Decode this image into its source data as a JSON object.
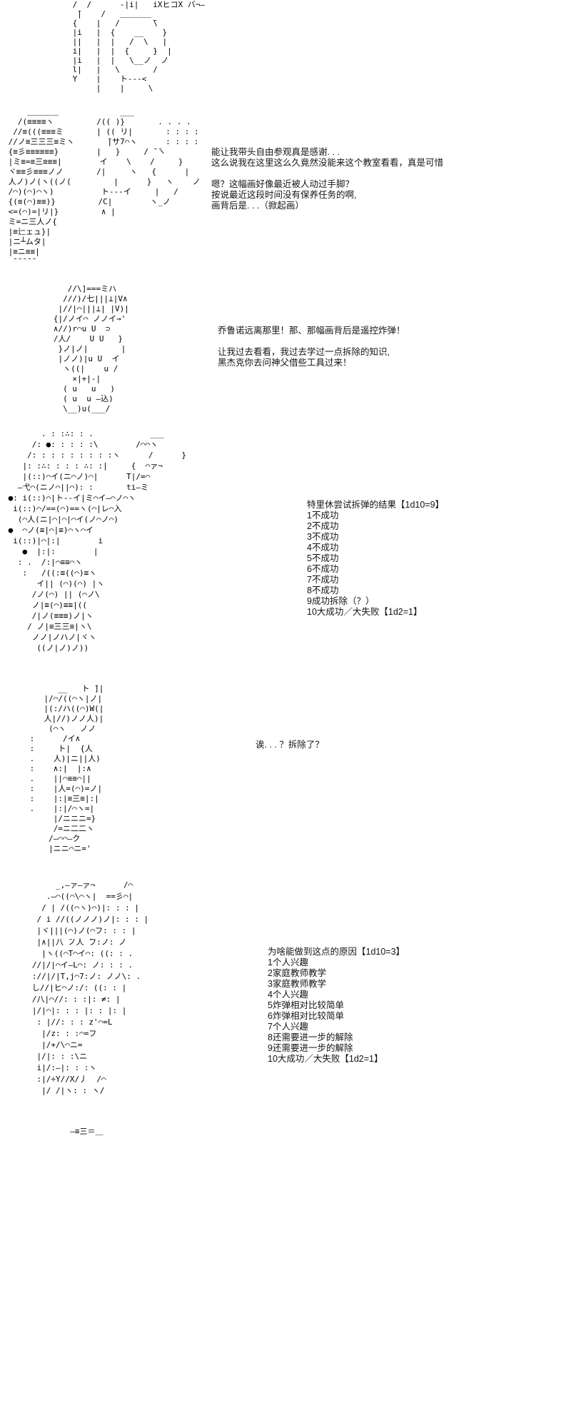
{
  "meta": {
    "background_color": "#ffffff",
    "ink_color": "#000000",
    "page_kind": "ascii-art-story-page"
  },
  "dialogues": {
    "d1": {
      "lines": [
        "能让我带头自由参观真是感谢. . .",
        "这么说我在这里这么久竟然没能来这个教室看看，真是可惜",
        "",
        "嗯？这幅画好像最近被人动过手脚？",
        "按说最近这段时间没有保养任务的啊,",
        "画背后是. . .（掀起画）"
      ]
    },
    "d2": {
      "lines": [
        "乔鲁诺远离那里！那、那幅画背后是遥控炸弹！",
        "",
        "让我过去看看，我过去学过一点拆除的知识,",
        "黑杰克你去问神父借些工具过来！"
      ]
    },
    "d3": {
      "lines": [
        "特里休尝试拆弹的结果【1d10=9】",
        "1不成功",
        "2不成功",
        "3不成功",
        "4不成功",
        "5不成功",
        "6不成功",
        "7不成功",
        "8不成功",
        "9成功拆除（？）",
        "10大成功／大失败【1d2=1】"
      ]
    },
    "d4": {
      "lines": [
        "诶. . . ？拆除了？"
      ]
    },
    "d5": {
      "lines": [
        "为啥能做到这点的原因【1d10=3】",
        "1个人兴趣",
        "2家庭教师教学",
        "3家庭教师教学",
        "4个人兴趣",
        "5炸弹相对比较简单",
        "6炸弹相对比较简单",
        "7个人兴趣",
        "8还需要进一步的解除",
        "9还需要进一步的解除",
        "10大成功／大失败【1d2=1】"
      ]
    }
  },
  "art": {
    "panel1": {
      "lines": [
        " /  /      -|i|   iXヒコX バ¬―",
        "  ̄|    /   ＿＿＿＿",
        " {    |   /       ̄\\",
        " |i   |  {    __    }",
        " ||   |  |   /  \\   |",
        " i|   |  |  {     }  |",
        " |i   |  |   \\__ノ  ノ",
        " l|   |   \\       /",
        " Y    |    ト---<",
        "      |    |     \\"
      ]
    },
    "panel2": {
      "lines": [
        "     ＿＿＿＿             ___",
        "   /(≡≡≡≡ヽ         /(( )}       . . . .",
        "  //≡(((≡≡≡ミ       | (( リ|       : : : :",
        " //ノ≡三三三≡ミヽ       ̄|サ7⌒ヽ      : : : :",
        " {≡彡≡≡≡≡≡≡}        |   }     / ̄ ̄ヽ",
        " |ミ≡=≡三≡≡≡|        イ    \\    /     }",
        " ヾ≡≡彡≡≡≡ノノ       /|     ヽ   {      |",
        " 人ノ)ノ(ヽ((ノ(         |      }   ヽ    ノ",
        " /⌒)(⌒)⌒ヽ)          ト---イ     |   /",
        " {(≡(⌒)≡≡)}         /C|        ヽ_ノ",
        " <=(⌒)=|リ|}         ∧ |",
        " ミ=ニ三人ノ{",
        " |≡辷ェュ}|",
        " |ニ┴ムタ|",
        " |≡ニ≡≡|",
        "  ̄ ̄ ̄ ̄ ̄"
      ]
    },
    "panel3": {
      "lines": [
        "      //\\]===ミハ",
        "     ///)/七|||⊥|V∧",
        "    |//|⌒|||⊥| |V)|",
        "   {|/ノイ⌒ ノノイ→'",
        "   ∧//)r⌒u U  ⊃",
        "   /人/    U U   }",
        "    }ノ|ノ|       |",
        "    |ノノ)|u U  イ",
        "     ヽ((|    u /",
        "       ×|+|-|",
        "     ( u   u   )",
        "     ( u  u ―込)",
        "     \\__)u(___/"
      ]
    },
    "panel4": {
      "lines": [
        "        . : :∴: : .            ___",
        "      /: ●: : : : :\\        /⌒⌒ヽ",
        "     /: : : : : : : : :ヽ      /      }",
        "    |: :∴: : : : ∴: :|     {  ⌒ァ¬",
        "    |(::)⌒イ(ニ⌒ノ)⌒|      ̄T|/=⌒",
        "   ―弋⌒(ニノ⌒||⌒): :       ti―ミ",
        " ●: i(::)⌒|ト--イ|ミ⌒イ―⌒ノ⌒ヽ",
        "  i(::)⌒/==(⌒)==ヽ(⌒|レ⌒入",
        "   (⌒人(ニ|⌒|⌒|⌒イ(ノ⌒ノ⌒)",
        " ●  ⌒ノ(≡|⌒|≡)⌒ヽ⌒イ",
        "  i(::)|⌒|:|        i",
        "    ●  |:|:        |",
        "   : .  /:|⌒≡≡⌒ヽ",
        "    :   /((:≡((⌒)≡ヽ",
        "       イ|| (⌒)(⌒) |ヽ",
        "      /ノ(⌒) || (⌒ノ\\",
        "      ノ|≡(⌒)≡≡|((",
        "      /|ノ(≡≡≡)ノ|ヽ",
        "     / ノ|≡三三≡|ヽ\\",
        "      ノノ|ノハノ|ヾヽ",
        "       ((ノ|ノ)ノ))"
      ]
    },
    "panel5": {
      "lines": [
        "       __   ト ̄]|",
        "    |/⌒/((⌒ヽ|ノ|",
        "    |(:/ハ((⌒)W(|",
        "    人|//)ノノ人)|",
        "     (⌒ヽ   ノノ",
        " :      /イ∧",
        " :     ト|  {人",
        " .    人)|ニ||人)",
        " :    ∧:|  |:∧",
        " .    ||⌒≡≡⌒||",
        " :    |人=(⌒)=ノ|",
        " :    |:|≡三≡|:|",
        " .    |:|/⌒ヽ=|",
        "      |/ニニニ=}",
        "      /=ニ二二ヽ",
        "     /―⌒⌒―ク",
        "     |ニニ⌒ニ='"
      ]
    },
    "panel6": {
      "lines": [
        "        _,―ァ―ァ¬      /⌒",
        "      .―⌒((⌒\\⌒ヽ|  ==彡⌒|",
        "     / | /((⌒ヽ)⌒)|: : : |",
        "    / i //((ノノノ)ノ|: : : |",
        "    |ヾ|||(⌒)ノ(⌒フ: : : |",
        "    |∧||八 ̄ノ人 ̄フ:ノ: ノ",
        "     |ヽ((⌒T⌒イ⌒: ((: : .",
        "   //|/|⌒イ―L⌒: ノ: : : .",
        "   ://|/|T,j⌒7:ノ: ノノ\\: .",
        "   し//|ヒ⌒ノ:/: ((: : |",
        "   /八|⌒//: : :|: ≠: |",
        "   |/|⌒|: : : |: : |: |",
        "    : |//: : : z'⌒=L",
        "     |/z: : :⌒=フ",
        "     |/+/\\⌒ニ=",
        "    |/|: : :\\ニ",
        "    i|/:―|: : :ヽ",
        "    :|/÷Y//X/丿  /⌒",
        "     |/ /|ヽ: : ヽ/"
      ]
    },
    "panel7": {
      "lines": [
        "  —≡三＝＿"
      ]
    }
  }
}
